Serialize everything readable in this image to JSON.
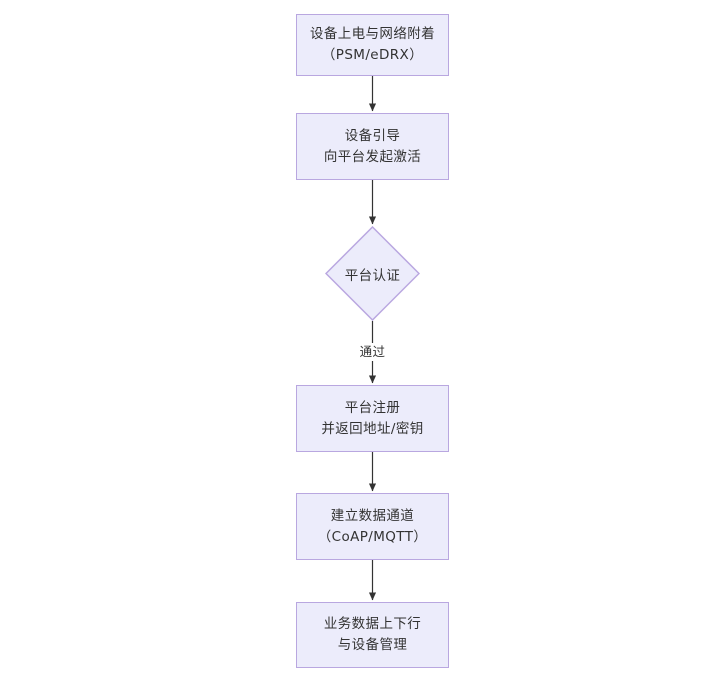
{
  "diagram": {
    "type": "flowchart",
    "orientation": "top-to-bottom",
    "background_color": "#ffffff",
    "node_fill_color": "#ececfb",
    "node_border_color": "#b9a7e0",
    "node_text_color": "#333333",
    "connector_color": "#333333",
    "nodes": [
      {
        "id": "n1",
        "shape": "rectangle",
        "line1": "设备上电与网络附着",
        "line2": "（PSM/eDRX）"
      },
      {
        "id": "n2",
        "shape": "rectangle",
        "line1": "设备引导",
        "line2": "向平台发起激活"
      },
      {
        "id": "n3",
        "shape": "diamond",
        "line1": "平台认证",
        "line2": ""
      },
      {
        "id": "n4",
        "shape": "rectangle",
        "line1": "平台注册",
        "line2": "并返回地址/密钥"
      },
      {
        "id": "n5",
        "shape": "rectangle",
        "line1": "建立数据通道",
        "line2": "（CoAP/MQTT）"
      },
      {
        "id": "n6",
        "shape": "rectangle",
        "line1": "业务数据上下行",
        "line2": "与设备管理"
      }
    ],
    "edges": [
      {
        "from": "n1",
        "to": "n2",
        "label": ""
      },
      {
        "from": "n2",
        "to": "n3",
        "label": ""
      },
      {
        "from": "n3",
        "to": "n4",
        "label": "通过"
      },
      {
        "from": "n4",
        "to": "n5",
        "label": ""
      },
      {
        "from": "n5",
        "to": "n6",
        "label": ""
      }
    ]
  }
}
